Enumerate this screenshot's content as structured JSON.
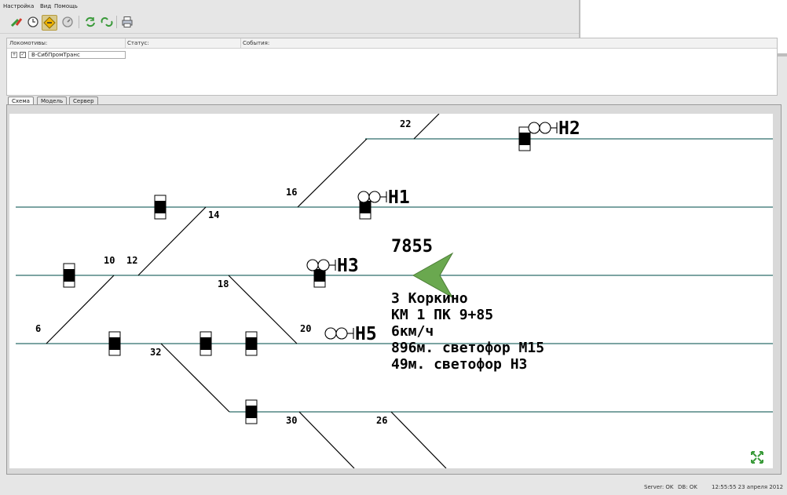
{
  "menubar": {
    "items": [
      "Настройка",
      "Вид",
      "Помощь"
    ]
  },
  "toolbar": {
    "buttons": [
      {
        "name": "disconnect-icon"
      },
      {
        "name": "clock-icon"
      },
      {
        "name": "warning-diamond-icon",
        "active": true
      },
      {
        "name": "gauge-icon"
      },
      {
        "name": "refresh-icon"
      },
      {
        "name": "sync-icon"
      },
      {
        "name": "printer-icon"
      }
    ]
  },
  "loco_panel": {
    "columns": [
      "Локомотивы:",
      "Статус:",
      "События:"
    ],
    "tree": [
      {
        "label": "В-СибПромТранс",
        "expander": "+",
        "checked": true
      }
    ]
  },
  "tabs": [
    "Схема",
    "Модель",
    "Сервер"
  ],
  "scheme": {
    "track_color": "#2e6e6a",
    "switch_numbers": [
      "22",
      "16",
      "14",
      "10",
      "12",
      "18",
      "6",
      "20",
      "32",
      "30",
      "26"
    ],
    "signals": [
      "Н2",
      "Н1",
      "Н3",
      "Н5"
    ],
    "train": {
      "number": "7855",
      "info": [
        "З Коркино",
        "КМ 1 ПК 9+85",
        "6км/ч",
        "896м. светофор М15",
        "49м. светофор Н3"
      ],
      "arrow_color": "#6aa84f"
    }
  },
  "statusbar": {
    "server": "Server: OK",
    "db": "DB: OK",
    "datetime": "12:55:55 23 апреля 2012"
  }
}
